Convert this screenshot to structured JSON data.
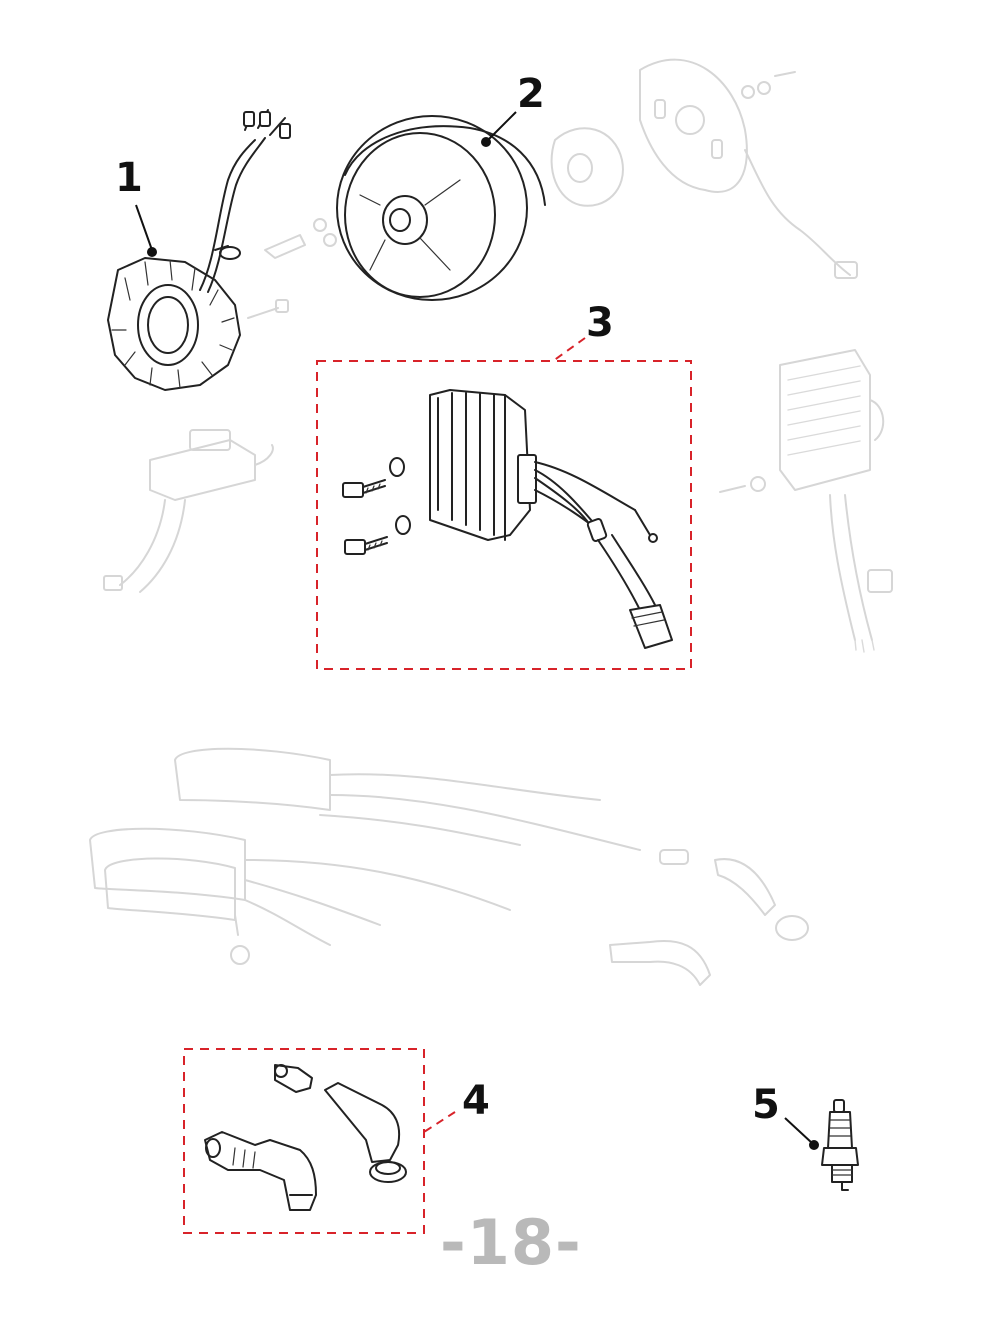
{
  "callouts": [
    {
      "id": "1",
      "label": "1"
    },
    {
      "id": "2",
      "label": "2"
    },
    {
      "id": "3",
      "label": "3"
    },
    {
      "id": "4",
      "label": "4"
    },
    {
      "id": "5",
      "label": "5"
    }
  ],
  "page_number": "-18-",
  "colors": {
    "callout_ink": "#111111",
    "highlight_box": "#d8232a",
    "ghost_parts": "#d6d6d6",
    "page_number": "#b9b9b9"
  }
}
